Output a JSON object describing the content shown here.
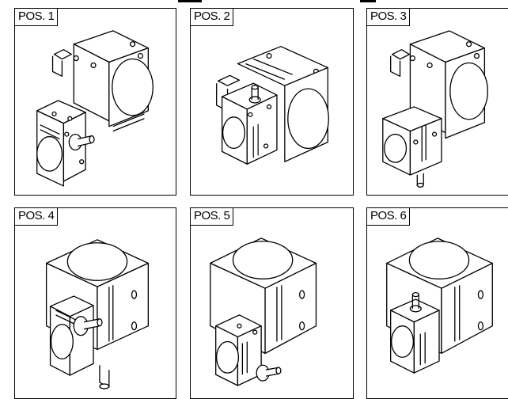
{
  "panels": [
    {
      "label": "POS. 1",
      "view": "gearbox-pos-1"
    },
    {
      "label": "POS. 2",
      "view": "gearbox-pos-2"
    },
    {
      "label": "POS. 3",
      "view": "gearbox-pos-3"
    },
    {
      "label": "POS. 4",
      "view": "gearbox-pos-4"
    },
    {
      "label": "POS. 5",
      "view": "gearbox-pos-5"
    },
    {
      "label": "POS. 6",
      "view": "gearbox-pos-6"
    }
  ],
  "colors": {
    "line": "#000000",
    "background": "#ffffff"
  }
}
